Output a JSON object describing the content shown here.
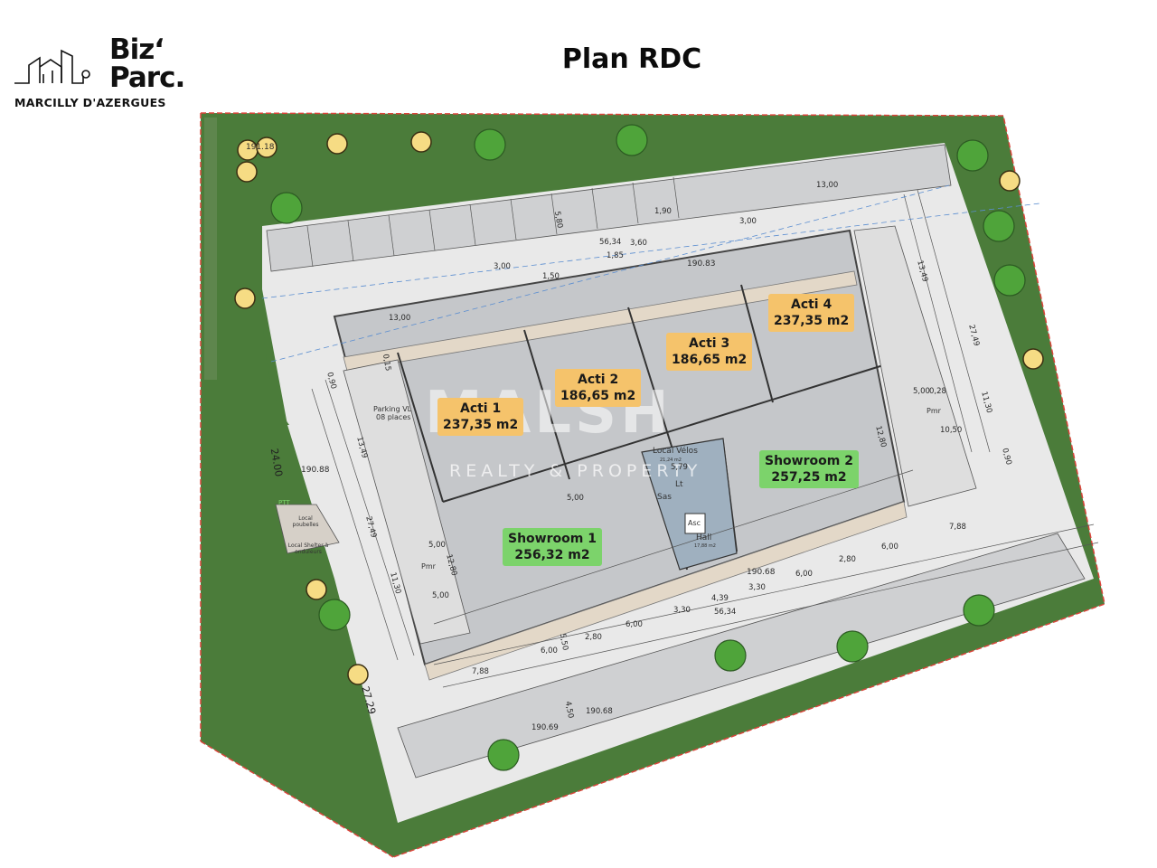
{
  "brand": {
    "name": "Biz' Parc.",
    "line1": "Biz‘",
    "line2": "Parc.",
    "location": "MARCILLY D'AZERGUES"
  },
  "title": "Plan RDC",
  "watermark": {
    "main": "MALSH",
    "sub": "REALTY & PROPERTY",
    "mark": "®"
  },
  "colors": {
    "acti_label": "#f5c36b",
    "showroom_label": "#7cd36b",
    "grass": "#4b7c3a",
    "building": "#c5c7ca",
    "site_boundary": "#d9453b",
    "paving": "#e8e8e8"
  },
  "units": [
    {
      "name": "Acti 1",
      "area": "237,35 m2",
      "type": "acti"
    },
    {
      "name": "Acti 2",
      "area": "186,65 m2",
      "type": "acti"
    },
    {
      "name": "Acti 3",
      "area": "186,65 m2",
      "type": "acti"
    },
    {
      "name": "Acti 4",
      "area": "237,35 m2",
      "type": "acti"
    },
    {
      "name": "Showroom 1",
      "area": "256,32 m2",
      "type": "showroom"
    },
    {
      "name": "Showroom 2",
      "area": "257,25 m2",
      "type": "showroom"
    }
  ],
  "rooms": {
    "local_velos": "Local Vélos",
    "local_velos_area": "21,24 m2",
    "lt": "Lt",
    "sas": "Sas",
    "asc": "Asc",
    "hall": "Hall",
    "hall_area": "17,88 m2",
    "parking": "Parking VL",
    "parking_places": "08 places",
    "pmr": "Pmr",
    "local_poubelles": "Local poubelles",
    "local_shelter": "Local Shelter à onduleurs",
    "ptt": "PTT"
  },
  "dimensions": {
    "left_side": "24.00",
    "bottom_left": "27.29",
    "level_left": "190.88",
    "level_top": "190.83",
    "level_bottom": "190.68",
    "level_corner": "191.18",
    "level_park1": "190.69",
    "level_park2": "190.68",
    "d_13_00": "13,00",
    "d_3_00": "3,00",
    "d_1_90": "1,90",
    "d_5_80": "5,80",
    "d_56_34": "56,34",
    "d_1_85": "1,85",
    "d_3_60": "3,60",
    "d_1_50": "1,50",
    "d_0_90": "0,90",
    "d_0_15": "0,15",
    "d_13_49": "13,49",
    "d_27_49": "27,49",
    "d_11_30": "11,30",
    "d_12_80": "12,80",
    "d_5_00": "5,00",
    "d_0_28": "0,28",
    "d_10_50": "10,50",
    "d_7_88": "7,88",
    "d_6_00": "6,00",
    "d_2_80": "2,80",
    "d_3_30": "3,30",
    "d_4_39": "4,39",
    "d_5_50": "5,50",
    "d_4_50": "4,50",
    "d_5_79": "5,79"
  }
}
